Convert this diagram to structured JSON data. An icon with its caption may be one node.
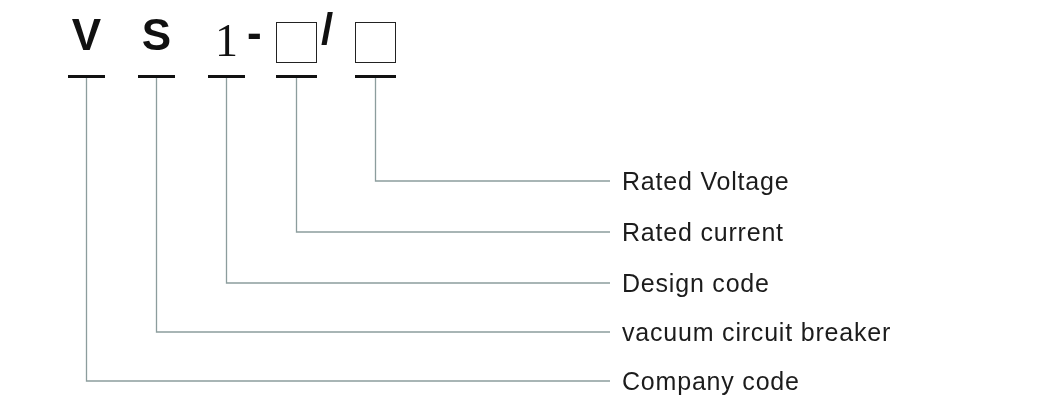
{
  "diagram": {
    "nodes": [
      {
        "text": [
          "V"
        ]
      },
      {
        "text": [
          "S"
        ]
      },
      {
        "text": [
          "1"
        ]
      },
      {
        "text": [],
        "shape": "box"
      },
      {
        "text": [],
        "shape": "box"
      },
      {
        "text": [
          "Rated Voltage"
        ]
      },
      {
        "text": [
          "Rated current"
        ]
      },
      {
        "text": [
          "Design code"
        ]
      },
      {
        "text": [
          "vacuum circuit breaker"
        ]
      },
      {
        "text": [
          "Company code"
        ]
      }
    ],
    "edges": [
      {
        "from": 5,
        "to": 4,
        "arrow": "none"
      },
      {
        "from": 6,
        "to": 3,
        "arrow": "none"
      },
      {
        "from": 7,
        "to": 2,
        "arrow": "none"
      },
      {
        "from": 8,
        "to": 1,
        "arrow": "none"
      },
      {
        "from": 9,
        "to": 0,
        "arrow": "none"
      }
    ],
    "labels": [
      "-",
      "/"
    ]
  }
}
